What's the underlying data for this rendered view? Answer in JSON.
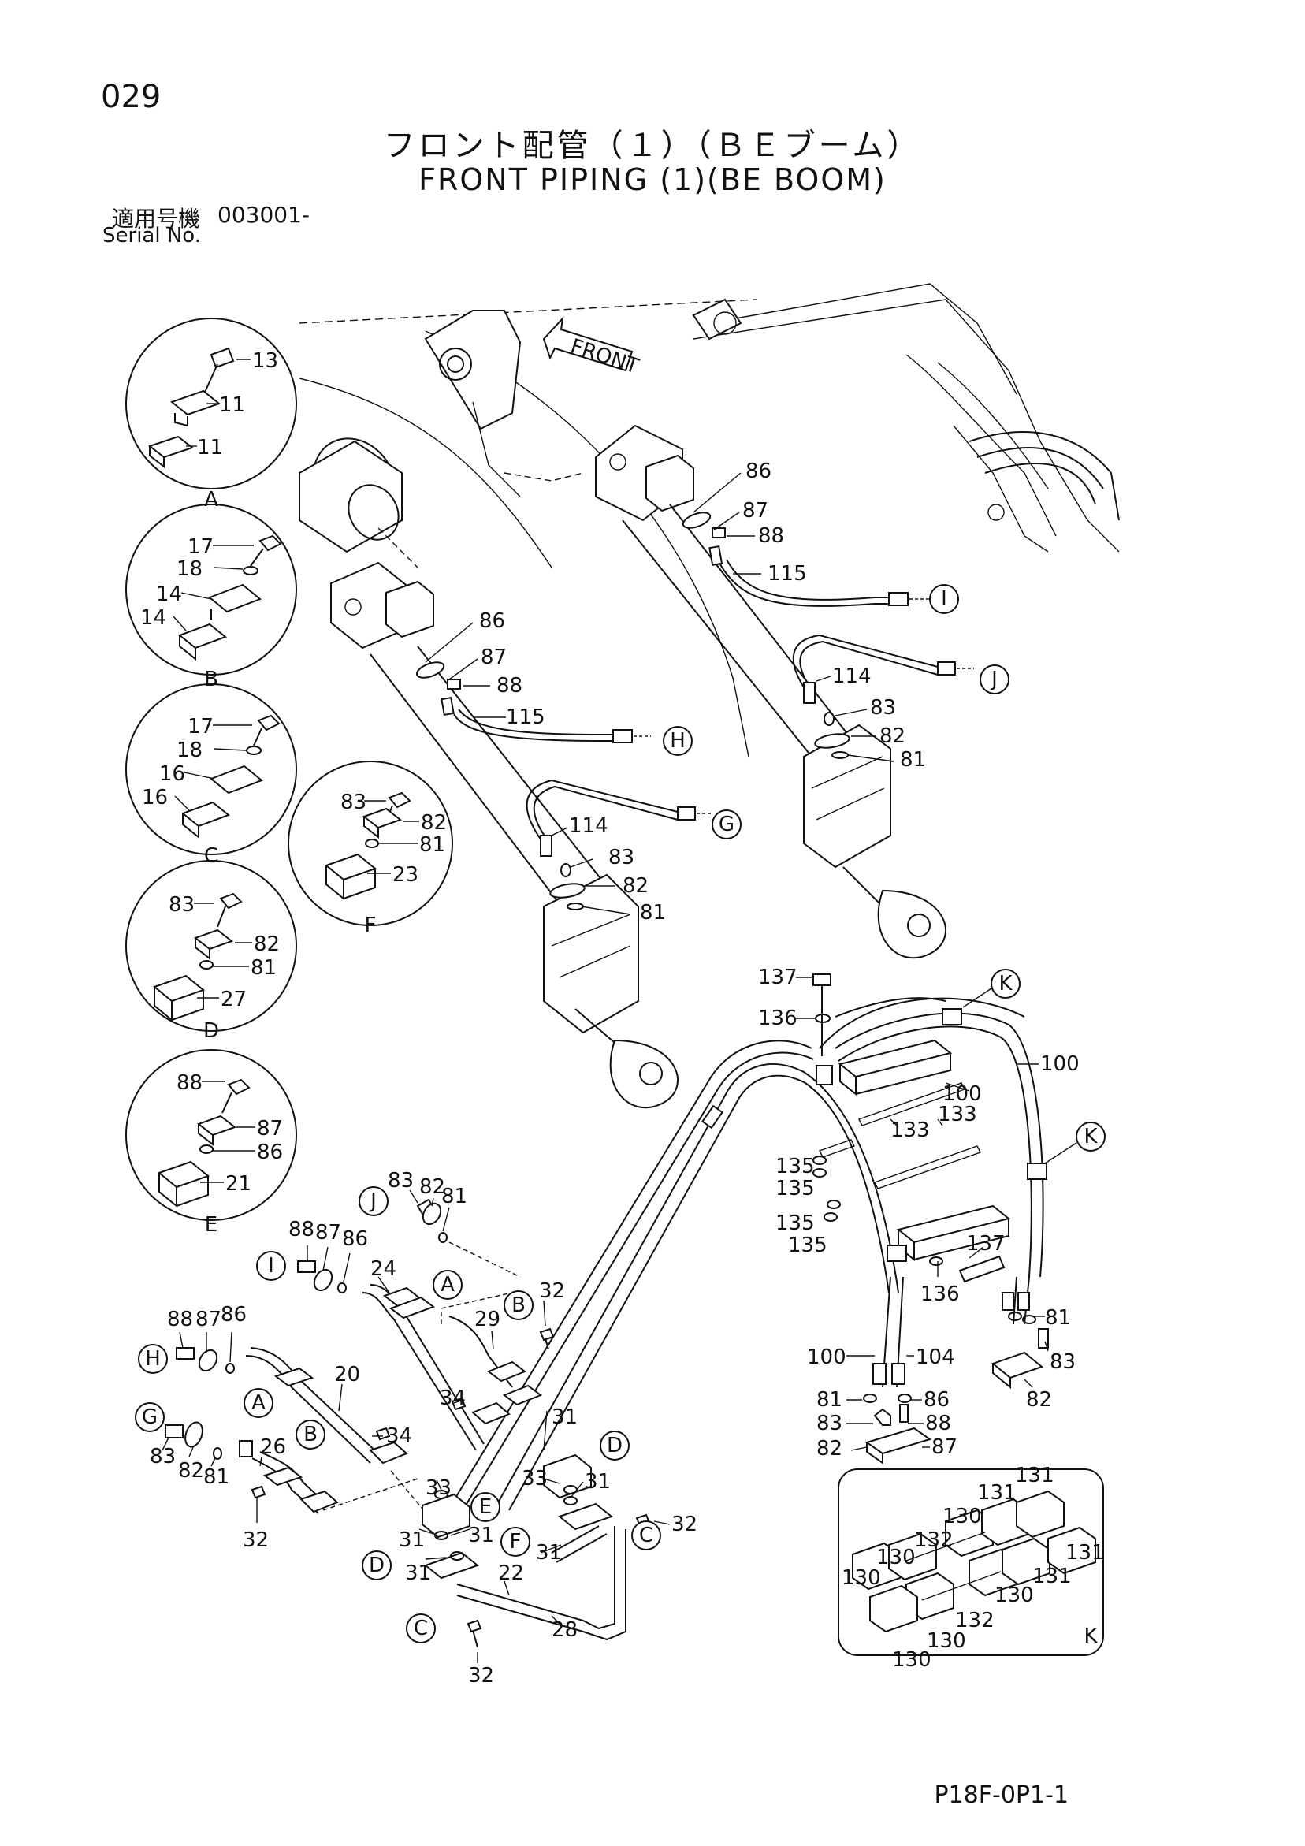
{
  "header": {
    "page_number": "029",
    "title_jp": "フロント配管（１）（ＢＥブーム）",
    "title_en": "FRONT PIPING (1)(BE BOOM)",
    "serial_label_jp": "適用号機",
    "serial_value": "003001-",
    "serial_label_en": "Serial No."
  },
  "footer": {
    "code": "P18F-0P1-1"
  },
  "front_arrow": "FRONT",
  "detail_labels": {
    "a": "A",
    "b": "B",
    "c": "C",
    "d": "D",
    "e": "E",
    "f": "F",
    "k": "K"
  },
  "callout_letters": [
    "I",
    "J",
    "H",
    "G",
    "K",
    "K",
    "J",
    "I",
    "A",
    "B",
    "H",
    "A",
    "G",
    "B",
    "D",
    "E",
    "F",
    "D",
    "C",
    "C"
  ],
  "part_numbers": {
    "p13": "13",
    "p11a": "11",
    "p11b": "11",
    "p17a": "17",
    "p18a": "18",
    "p14a": "14",
    "p14b": "14",
    "p17b": "17",
    "p18b": "18",
    "p16a": "16",
    "p16b": "16",
    "p83d": "83",
    "p82d": "82",
    "p81d": "81",
    "p27": "27",
    "p88e": "88",
    "p87e": "87",
    "p86e": "86",
    "p21": "21",
    "p83f": "83",
    "p82f": "82",
    "p81f": "81",
    "p23": "23",
    "p86a": "86",
    "p87a": "87",
    "p88a": "88",
    "p115a": "115",
    "p114a": "114",
    "p83a": "83",
    "p82a": "82",
    "p81a": "81",
    "p86b": "86",
    "p87b": "87",
    "p88b": "88",
    "p115b": "115",
    "p114b": "114",
    "p83b": "83",
    "p82b": "82",
    "p81b": "81",
    "p137a": "137",
    "p136a": "136",
    "p100a": "100",
    "p100b": "100",
    "p133a": "133",
    "p133b": "133",
    "p135a": "135",
    "p135b": "135",
    "p135c": "135",
    "p135d": "135",
    "p137b": "137",
    "p136b": "136",
    "p81r": "81",
    "p83r": "83",
    "p82r": "82",
    "p100c": "100",
    "p104": "104",
    "p81s": "81",
    "p86s": "86",
    "p83s": "83",
    "p88s": "88",
    "p82s": "82",
    "p87s": "87",
    "p131a": "131",
    "p131b": "131",
    "p130a": "130",
    "p132a": "132",
    "p131c": "131",
    "p130b": "130",
    "p130c": "130",
    "p131d": "131",
    "p130d": "130",
    "p132b": "132",
    "p130e": "130",
    "p130f": "130",
    "p83j": "83",
    "p82j": "82",
    "p81j": "81",
    "p88i": "88",
    "p87i": "87",
    "p86i": "86",
    "p24": "24",
    "p32a": "32",
    "p29": "29",
    "p88h": "88",
    "p87h": "87",
    "p86h": "86",
    "p20": "20",
    "p34a": "34",
    "p34b": "34",
    "p31a": "31",
    "p83g": "83",
    "p82g": "82",
    "p81g": "81",
    "p26": "26",
    "p32b": "32",
    "p33a": "33",
    "p33b": "33",
    "p31b": "31",
    "p31c": "31",
    "p31d": "31",
    "p31e": "31",
    "p31f": "31",
    "p32c": "32",
    "p22": "22",
    "p28": "28",
    "p32d": "32"
  }
}
